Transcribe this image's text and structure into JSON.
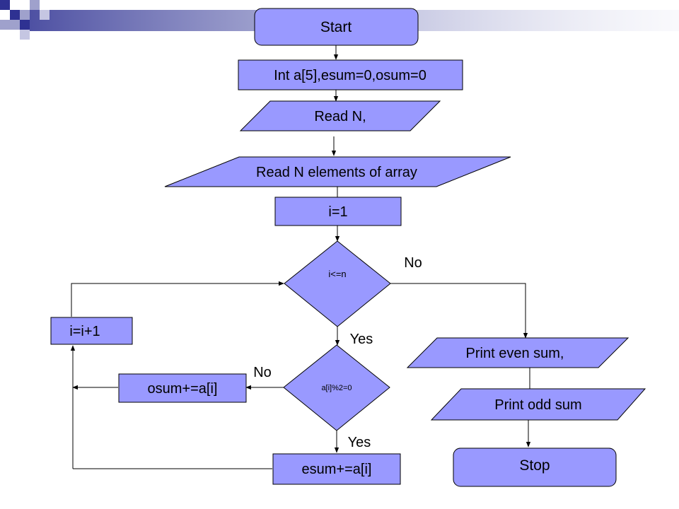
{
  "colors": {
    "shape_fill": "#9999ff",
    "stroke": "#000000",
    "header_dark": "#2e3192",
    "header_light": "#9fa1cc"
  },
  "nodes": {
    "start": "Start",
    "declare": "Int a[5],esum=0,osum=0",
    "read_n": "Read N,",
    "read_array": "Read N elements of array",
    "init_i": "i=1",
    "loop_condition": "i<=n",
    "even_check": "a[i]%2=0",
    "odd_sum": "osum+=a[i]",
    "even_sum": "esum+=a[i]",
    "increment": "i=i+1",
    "print_even": "Print even sum,",
    "print_odd": "Print odd sum",
    "stop": "Stop"
  },
  "edge_labels": {
    "loop_no": "No",
    "loop_yes": "Yes",
    "check_no": "No",
    "check_yes": "Yes"
  }
}
